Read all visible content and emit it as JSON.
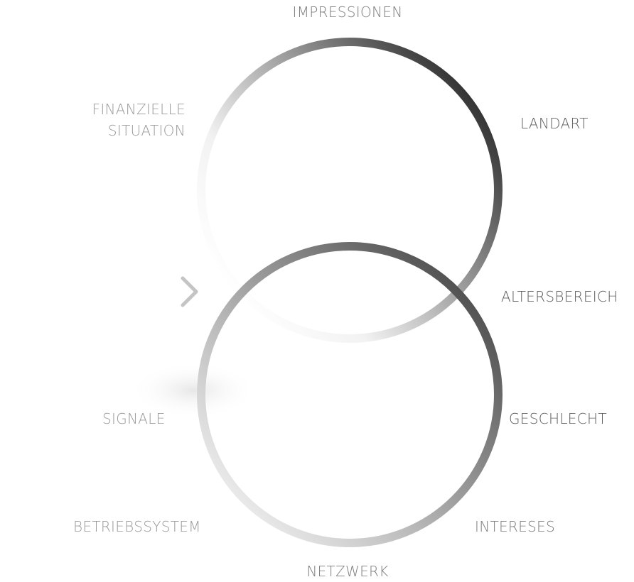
{
  "labels": {
    "impressionen": "IMPRESSIONEN",
    "finanzielle_line1": "FINANZIELLE",
    "finanzielle_line2": "SITUATION",
    "landart": "LANDART",
    "altersbereich": "ALTERSBEREICH",
    "geschlecht": "GESCHLECHT",
    "signale": "SIGNALE",
    "betriebssystem": "BETRIEBSSYSTEM",
    "intereses": "INTERESES",
    "netzwerk": "NETZWERK"
  },
  "colors": {
    "ring_dark": "#333333",
    "ring_light": "#ffffff",
    "label_gray": "#7d7d7d"
  }
}
